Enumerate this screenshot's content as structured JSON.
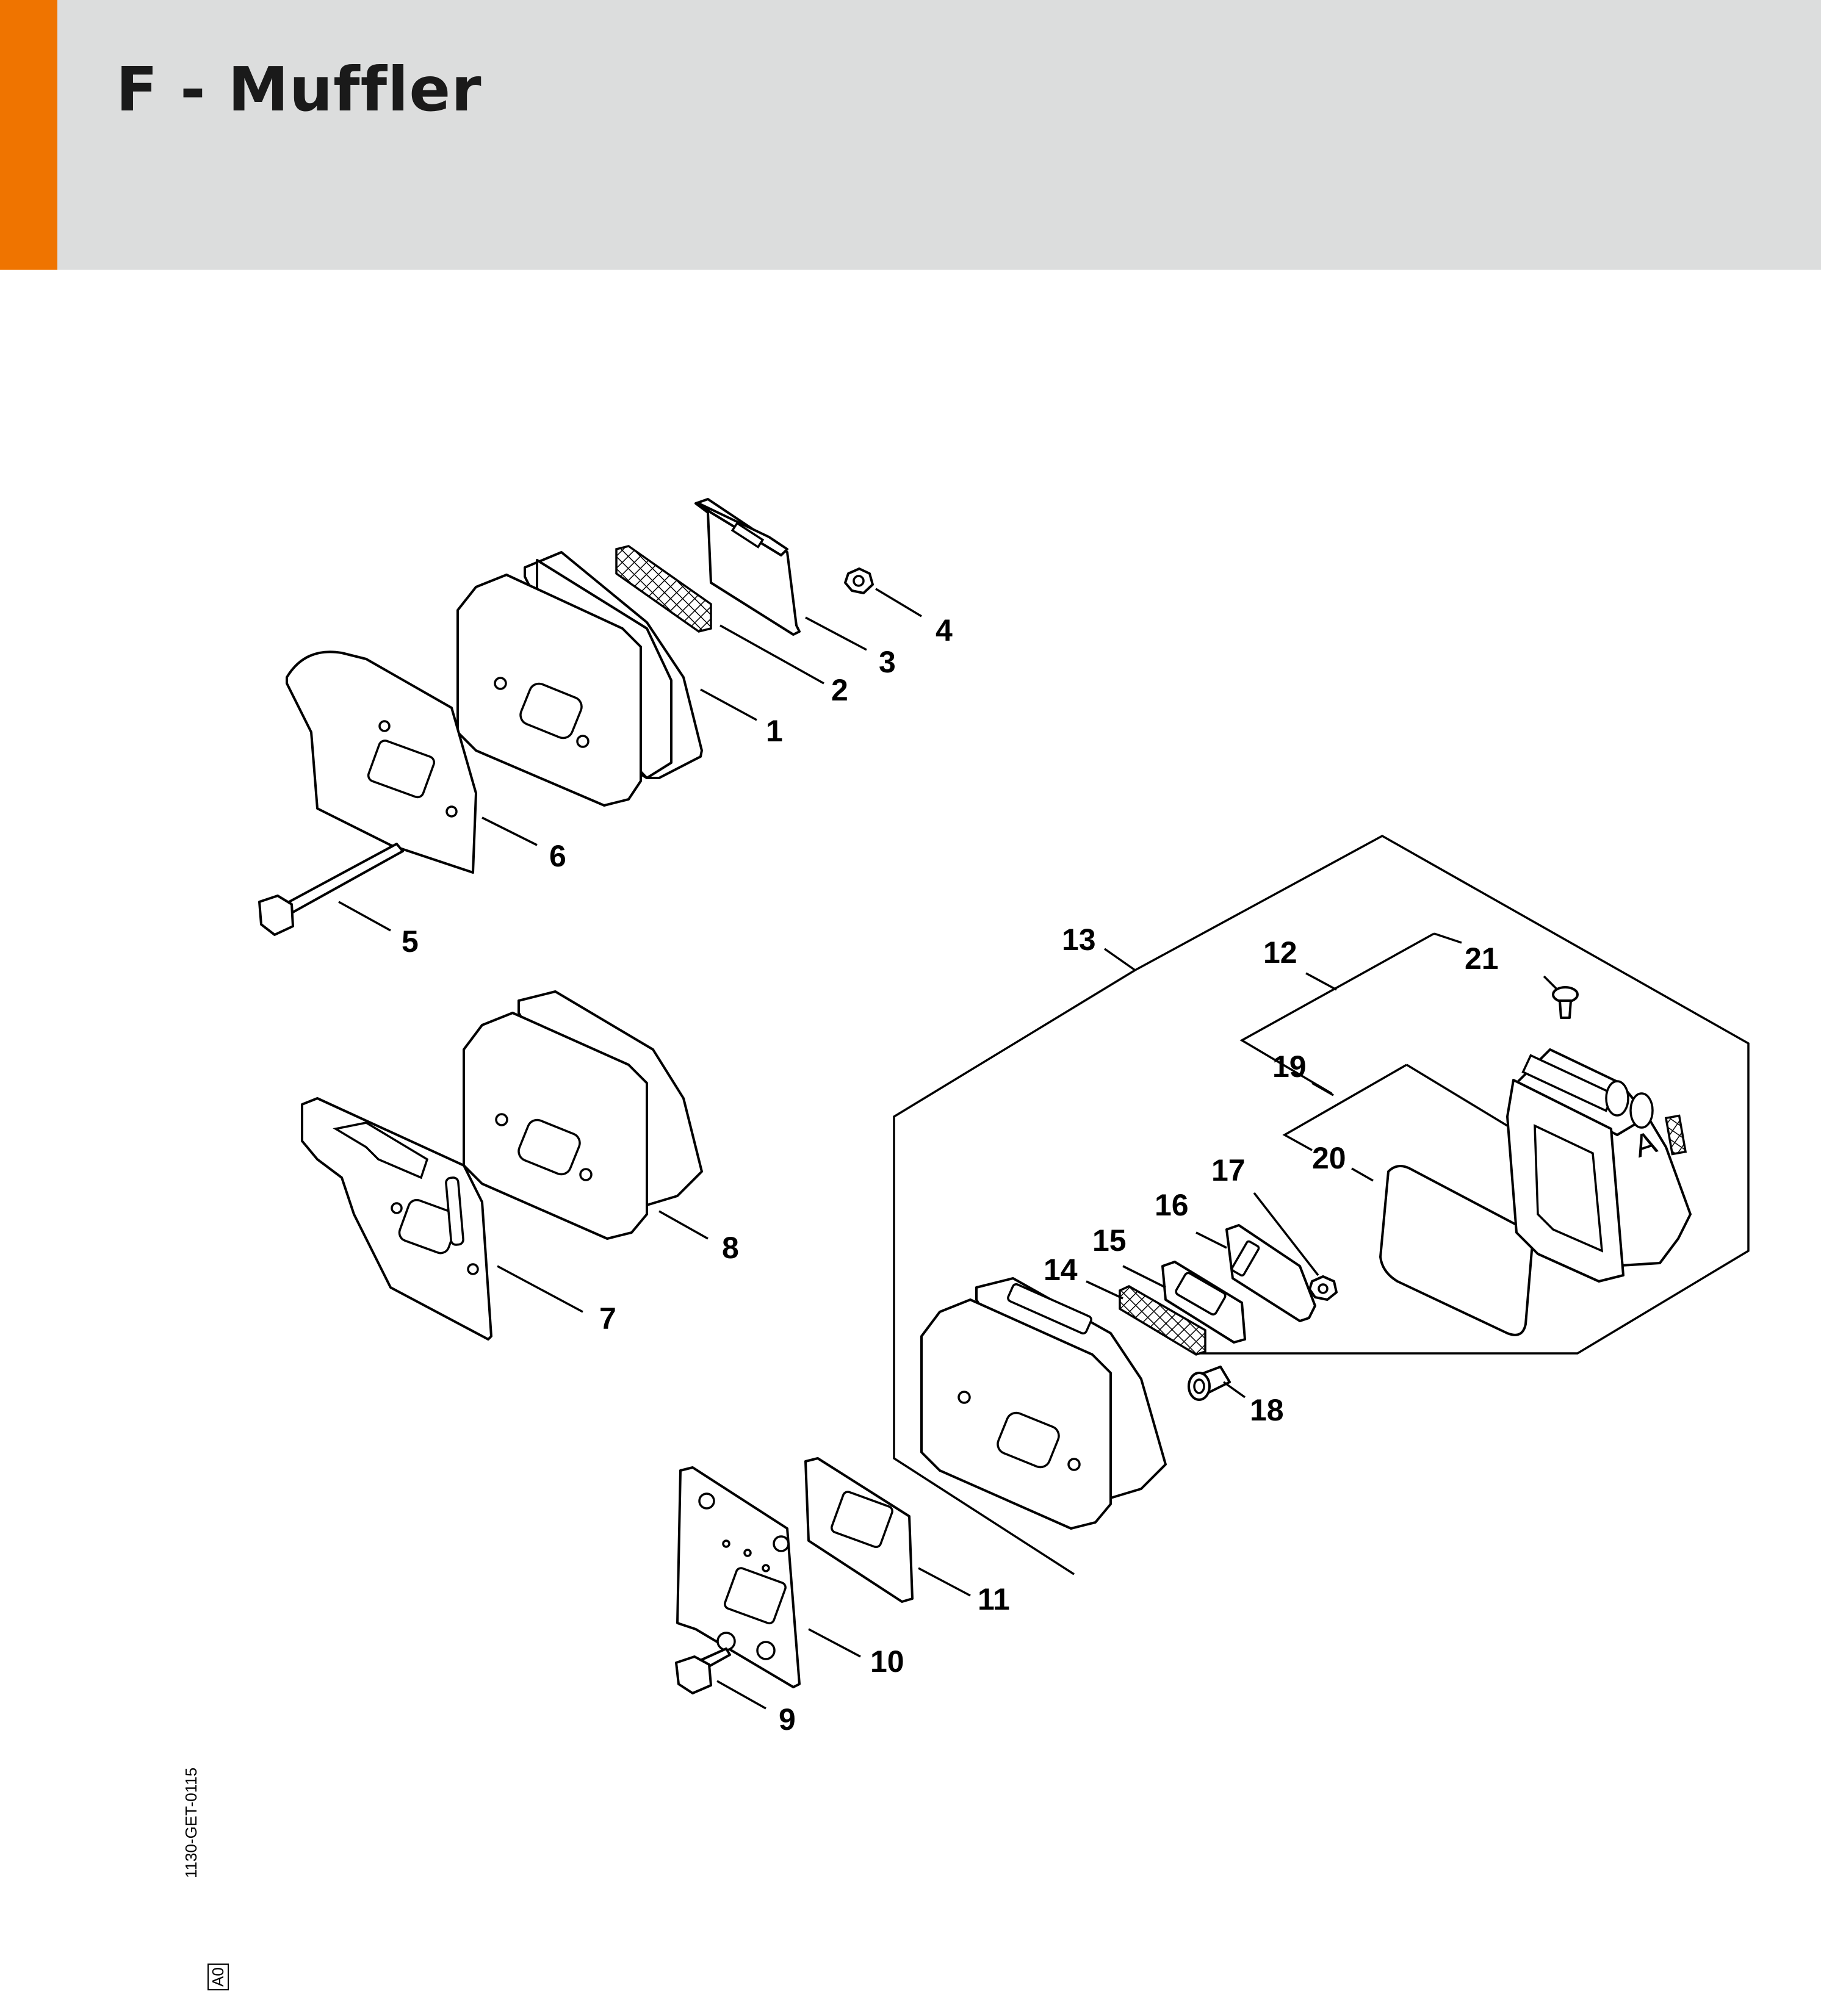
{
  "header": {
    "title": "F - Muffler",
    "bg_color": "#dcdddd",
    "accent_color": "#ef7400"
  },
  "callouts": [
    "1",
    "2",
    "3",
    "4",
    "5",
    "6",
    "7",
    "8",
    "9",
    "10",
    "11",
    "12",
    "13",
    "14",
    "15",
    "16",
    "17",
    "18",
    "19",
    "20",
    "21"
  ],
  "footer": {
    "drawing_ref": "1130-GET-0115",
    "revision": "A0"
  }
}
